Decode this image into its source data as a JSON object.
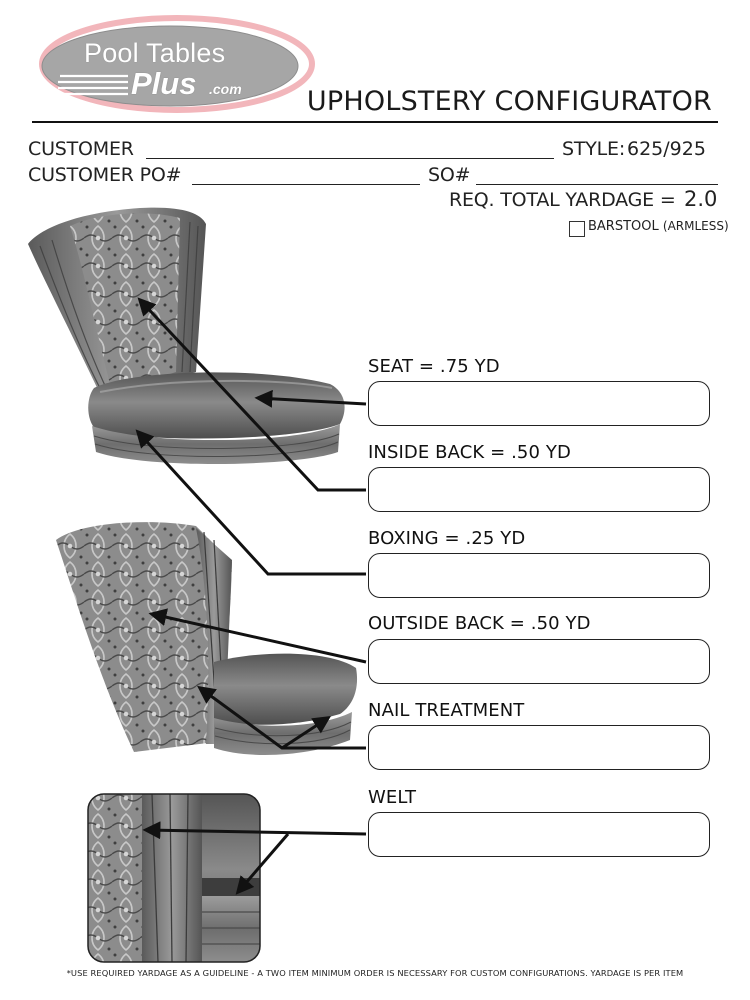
{
  "logo": {
    "line1": "Pool Tables",
    "line2": "Plus",
    "line3": ".com"
  },
  "header": {
    "title": "UPHOLSTERY CONFIGURATOR"
  },
  "form": {
    "customer_label": "CUSTOMER",
    "style_label": "STYLE:",
    "style_value": "625/925",
    "po_label": "CUSTOMER PO#",
    "so_label": "SO#",
    "yardage_label": "REQ. TOTAL YARDAGE =",
    "yardage_value": "2.0",
    "barstool_label": "BARSTOOL",
    "barstool_note": "(ARMLESS)"
  },
  "sections": [
    {
      "label": "SEAT = .75 YD"
    },
    {
      "label": "INSIDE BACK = .50 YD"
    },
    {
      "label": "BOXING = .25 YD"
    },
    {
      "label": "OUTSIDE BACK = .50 YD"
    },
    {
      "label": "NAIL TREATMENT"
    },
    {
      "label": "WELT"
    }
  ],
  "footer": {
    "note": "*USE REQUIRED YARDAGE AS A GUIDELINE - A TWO ITEM MINIMUM ORDER IS NECESSARY FOR CUSTOM CONFIGURATIONS. YARDAGE IS PER ITEM"
  },
  "colors": {
    "logo_outer": "#f0b3b8",
    "logo_inner": "#a9a9a9",
    "ink": "#111111",
    "upholstery": "#7a7a7a"
  }
}
